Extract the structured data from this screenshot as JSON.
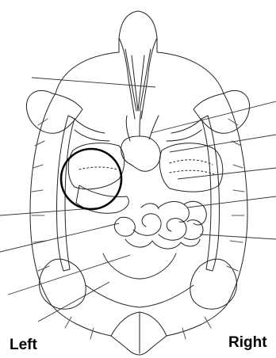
{
  "labels": {
    "left": "Left",
    "right": "Right"
  },
  "diagram": {
    "subject": "turtle-internal-anatomy-line-drawing",
    "highlight": "circle-around-left-organ",
    "colors": {
      "line": "#000000",
      "background": "#ffffff"
    }
  }
}
